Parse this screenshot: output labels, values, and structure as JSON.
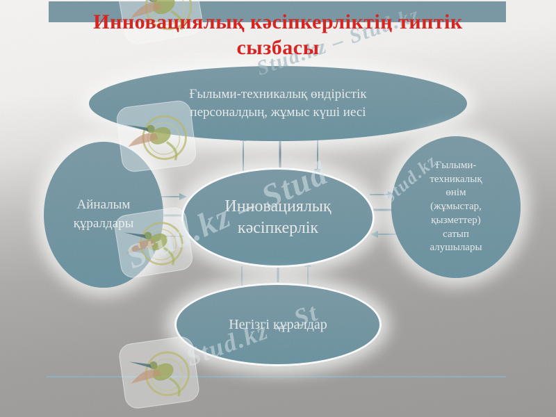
{
  "slide": {
    "title": "Инновациялық кәсіпкерліктің типтік\nсызбасы"
  },
  "diagram": {
    "nodes": {
      "top": {
        "label": "Ғылыми-техникалық өндірістік\nперсоналдың, жұмыс күші иесі"
      },
      "left": {
        "label": "Айналым\nқұралдары"
      },
      "center": {
        "label": "Инновациялық\nкәсіпкерлік"
      },
      "right": {
        "label": "Ғылыми-\nтехникалық\nөнім\n(жұмыстар,\nқызметтер)\nсатып\nалушылары"
      },
      "bottom": {
        "label": "Негізгі құралдар"
      }
    }
  },
  "watermarks": {
    "texts": [
      "Stud.kz – Stud.kz",
      "Stud.kz – Stud",
      "Stud.kz – St",
      "Stud.kz"
    ],
    "logo": "stud-kz-hummingbird"
  },
  "colors": {
    "title_red": "#da1713",
    "node_teal": "#6d929f",
    "band_teal": "#7495a1",
    "connector": "#55808f",
    "connector_dark": "#35596b",
    "underline_blue": "#8ab0c2"
  }
}
